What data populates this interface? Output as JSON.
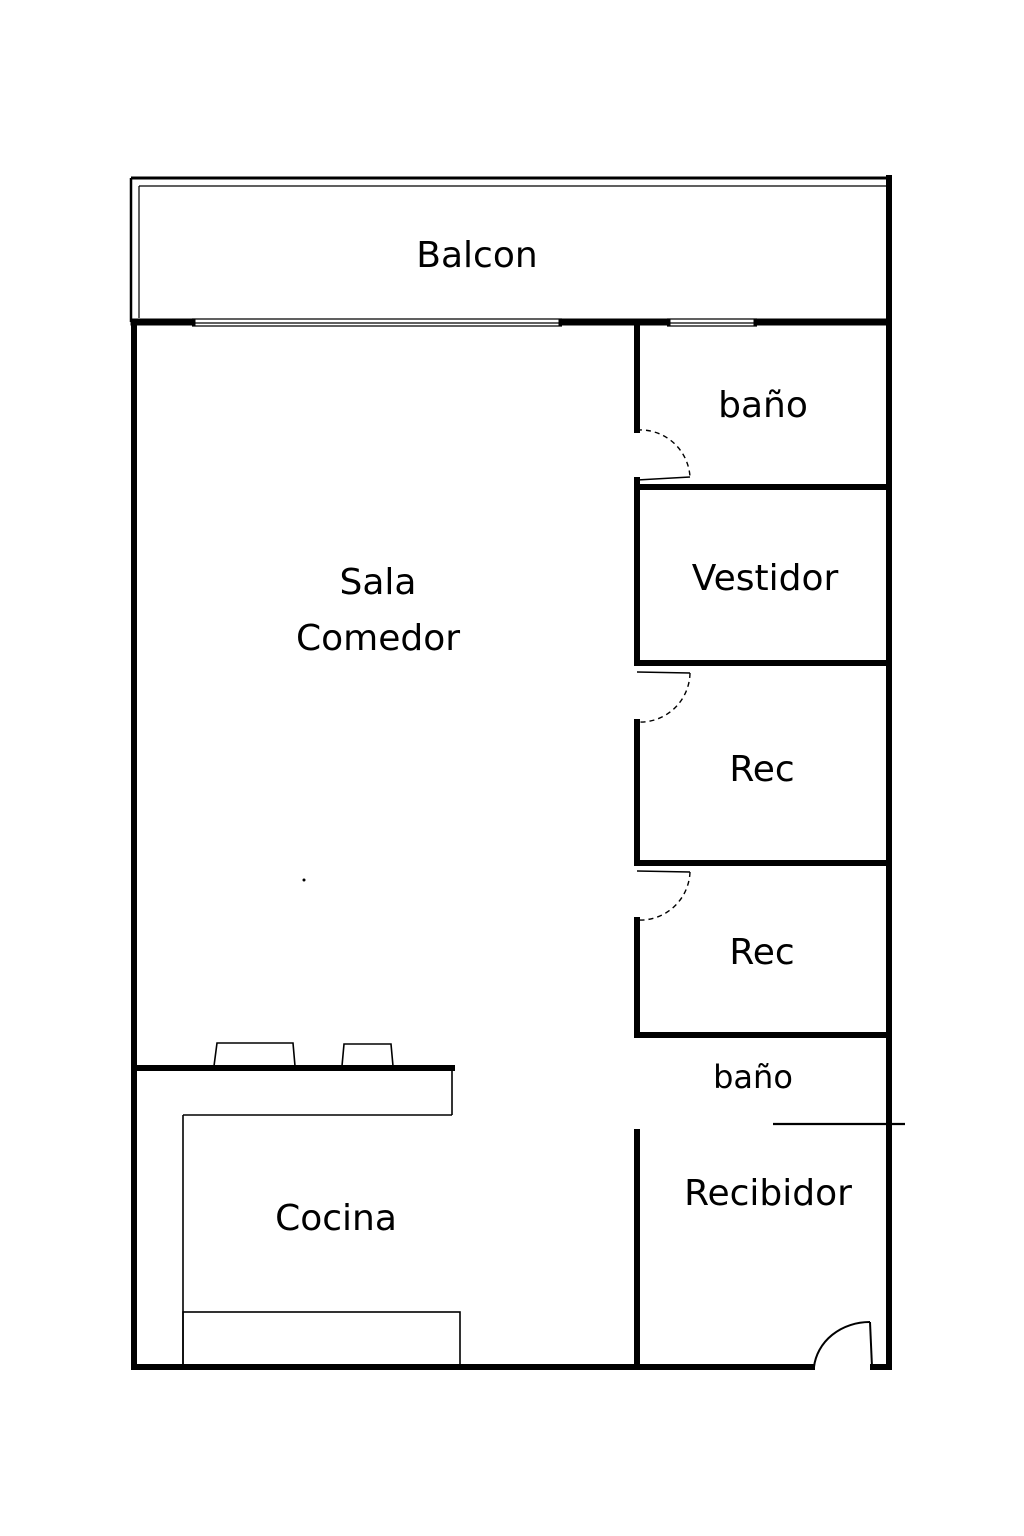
{
  "plan": {
    "rooms": {
      "balcony": "Balcon",
      "bathroom_top": "baño",
      "living_line1": "Sala",
      "living_line2": "Comedor",
      "closet": "Vestidor",
      "bedroom_1": "Rec",
      "bedroom_2": "Rec",
      "bathroom_bottom": "baño",
      "foyer": "Recibidor",
      "kitchen": "Cocina"
    },
    "colors": {
      "line": "#000000",
      "background": "#ffffff"
    }
  }
}
